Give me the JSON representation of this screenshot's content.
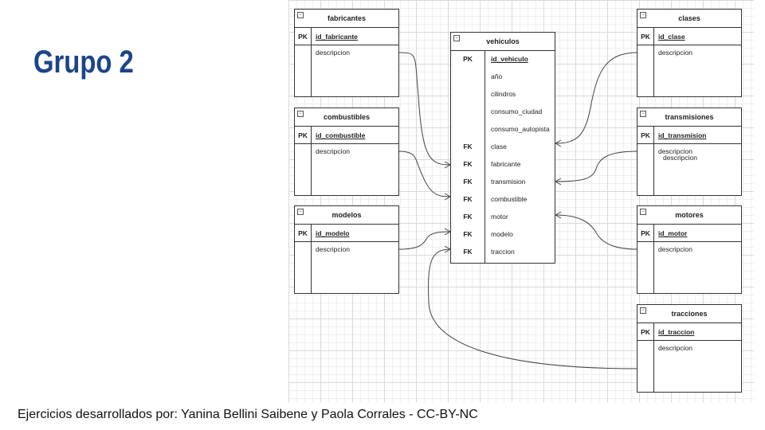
{
  "slide": {
    "title": "Grupo 2",
    "credits": "Ejercicios desarrollados por: Yanina Bellini Saibene y Paola Corrales - CC-BY-NC"
  },
  "tables": {
    "fabricantes": {
      "name": "fabricantes",
      "pk_label": "PK",
      "pk_field": "id_fabricante",
      "field": "descripcion"
    },
    "combustibles": {
      "name": "combustibles",
      "pk_label": "PK",
      "pk_field": "id_combustible",
      "field": "descripcion"
    },
    "modelos": {
      "name": "modelos",
      "pk_label": "PK",
      "pk_field": "id_modelo",
      "field": "descripcion"
    },
    "clases": {
      "name": "clases",
      "pk_label": "PK",
      "pk_field": "id_clase",
      "field": "descripcion"
    },
    "transmisiones": {
      "name": "transmisiones",
      "pk_label": "PK",
      "pk_field": "id_transmision",
      "field": "descripcion",
      "field_dup": "descripcion"
    },
    "motores": {
      "name": "motores",
      "pk_label": "PK",
      "pk_field": "id_motor",
      "field": "descripcion"
    },
    "tracciones": {
      "name": "tracciones",
      "pk_label": "PK",
      "pk_field": "id_traccion",
      "field": "descripcion"
    }
  },
  "vehiculos": {
    "name": "vehiculos",
    "rows": [
      {
        "key": "PK",
        "field": "id_vehiculo"
      },
      {
        "key": "",
        "field": "año"
      },
      {
        "key": "",
        "field": "cilindros"
      },
      {
        "key": "",
        "field": "consumo_ciudad"
      },
      {
        "key": "",
        "field": "consumo_autopista"
      },
      {
        "key": "FK",
        "field": "clase"
      },
      {
        "key": "FK",
        "field": "fabricante"
      },
      {
        "key": "FK",
        "field": "transmision"
      },
      {
        "key": "FK",
        "field": "combustible"
      },
      {
        "key": "FK",
        "field": "motor"
      },
      {
        "key": "FK",
        "field": "modelo"
      },
      {
        "key": "FK",
        "field": "traccion"
      }
    ]
  }
}
